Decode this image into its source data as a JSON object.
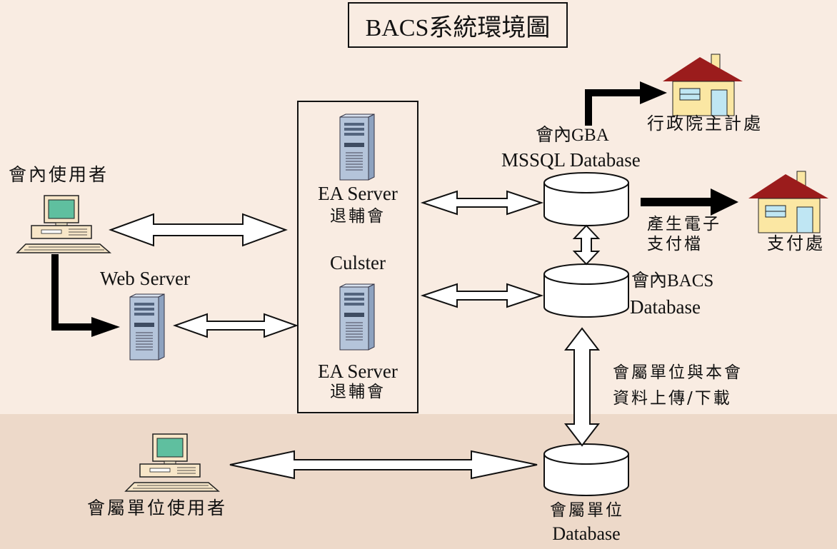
{
  "title": "BACS系統環境圖",
  "labels": {
    "internal_users": "會內使用者",
    "web_server": "Web Server",
    "ea_server_top": "EA Server",
    "ea_server_top_sub": "退輔會",
    "cluster": "Culster",
    "ea_server_bottom": "EA Server",
    "ea_server_bottom_sub": "退輔會",
    "gba_db_line1": "會內GBA",
    "gba_db_line2": "MSSQL Database",
    "bacs_db_line1": "會內BACS",
    "bacs_db_line2": "Database",
    "exec_yuan": "行政院主計處",
    "gen_file_line1": "產生電子",
    "gen_file_line2": "支付檔",
    "payment_office": "支付處",
    "upload_line1": "會屬單位與本會",
    "upload_line2": "資料上傳/下載",
    "unit_users": "會屬單位使用者",
    "unit_db_line1": "會屬單位",
    "unit_db_line2": "Database"
  },
  "colors": {
    "background_top": "#f9ece2",
    "background_bottom": "#edd9c9",
    "roof": "#9b1c1c",
    "house_wall": "#fbe7a3",
    "window": "#bfe6f3",
    "monitor_screen": "#5fbf9f",
    "server_body": "#b4c4da"
  },
  "icons": [
    "computer-icon",
    "server-icon",
    "database-icon",
    "house-icon"
  ]
}
